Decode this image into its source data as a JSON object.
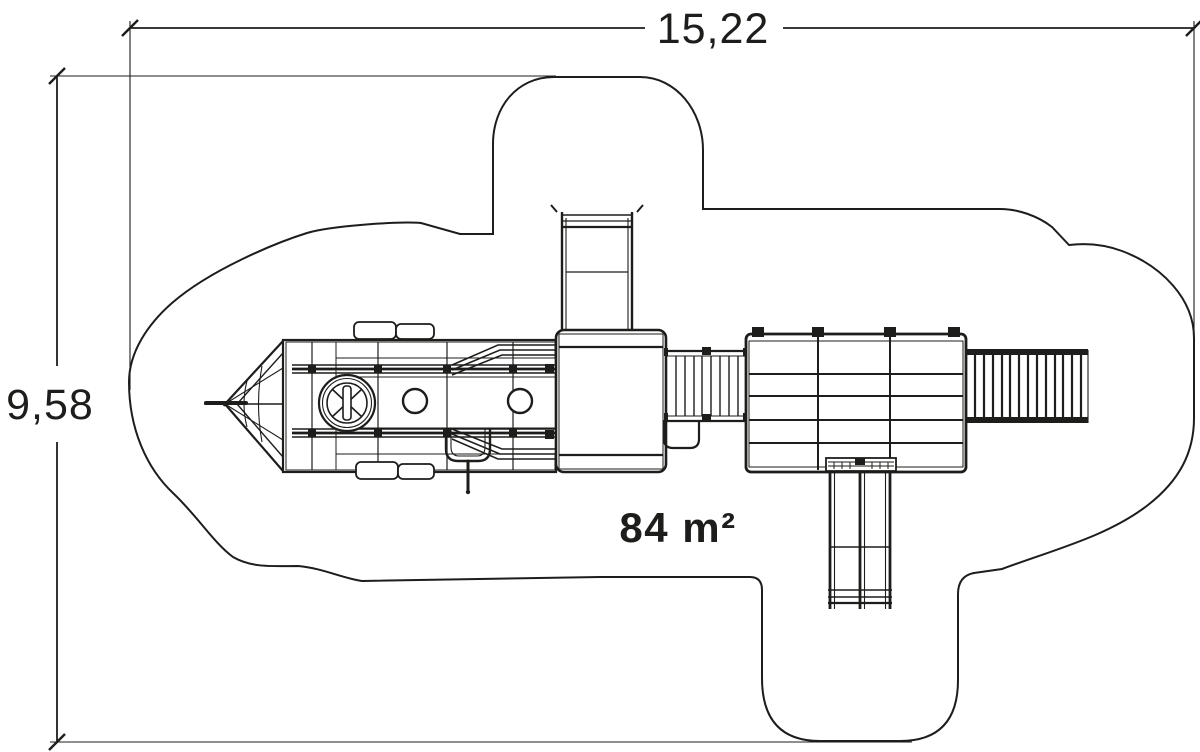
{
  "drawing": {
    "type": "playground equipment plan view",
    "top_dimension": "15,22",
    "left_dimension": "9,58",
    "area_label": "84 m²"
  },
  "colors": {
    "line": "#1d1d1b",
    "background": "#ffffff"
  }
}
